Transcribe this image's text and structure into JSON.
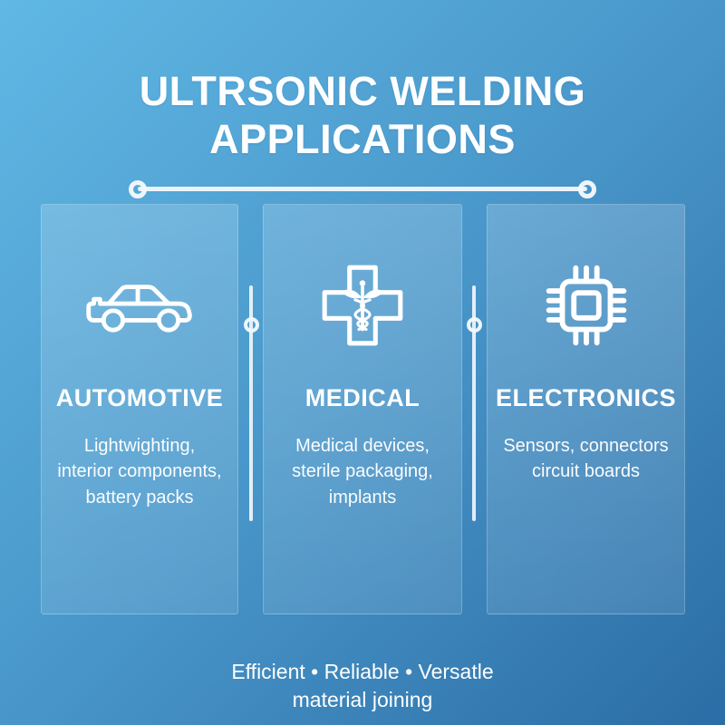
{
  "title": {
    "line1": "ULTRSONIC WELDING",
    "line2": "APPLICATIONS"
  },
  "cards": [
    {
      "id": "automotive",
      "icon": "car-icon",
      "label": "AUTOMOTIVE",
      "description": "Lightwighting,\ninterior components,\nbattery packs"
    },
    {
      "id": "medical",
      "icon": "medical-cross-caduceus-icon",
      "label": "MEDICAL",
      "description": "Medical devices,\nsterile packaging,\nimplants"
    },
    {
      "id": "electronics",
      "icon": "chip-icon",
      "label": "ELECTRONICS",
      "description": "Sensors, connectors\ncircuit boards"
    }
  ],
  "footer": {
    "line1": "Efficient • Reliable • Versatle",
    "line2": "material joining"
  },
  "colors": {
    "background_top_left": "#5cb5e2",
    "background_mid": "#4495c9",
    "background_bottom_right": "#2a6ca5",
    "card_overlay": "rgba(255,255,255,0.14)",
    "accent_white": "#ffffff"
  }
}
